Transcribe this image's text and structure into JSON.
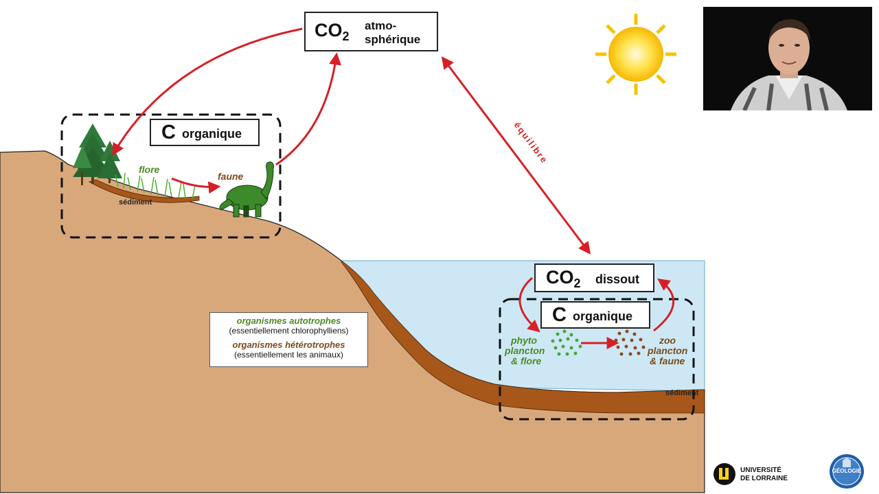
{
  "atmosphere_box": {
    "co2": "CO",
    "sub": "2",
    "label_line1": "atmo-",
    "label_line2": "sphérique"
  },
  "land_box": {
    "c": "C",
    "label": "organique"
  },
  "ocean_co2_box": {
    "co2": "CO",
    "sub": "2",
    "label": "dissout"
  },
  "ocean_c_box": {
    "c": "C",
    "label": "organique"
  },
  "land_labels": {
    "flore": "flore",
    "faune": "faune",
    "sediment": "sédiment"
  },
  "ocean_labels": {
    "phyto_line1": "phyto",
    "phyto_line2": "plancton",
    "phyto_line3": "& flore",
    "zoo_line1": "zoo",
    "zoo_line2": "plancton",
    "zoo_line3": "& faune",
    "sediment": "sédiment"
  },
  "equilibrium_label": "équilibre",
  "legend": {
    "autotrophes": "organismes autotrophes",
    "autotrophes_note": "(essentiellement chlorophylliens)",
    "heterotrophes": "organismes hétérotrophes",
    "heterotrophes_note": "(essentiellement les animaux)"
  },
  "logos": {
    "univ_line1": "UNIVERSITÉ",
    "univ_line2": "DE LORRAINE",
    "geologie": "GÉOLOGIE"
  },
  "colors": {
    "ground": "#d9a87a",
    "sediment": "#a8571a",
    "water": "#cde8f4",
    "arrow": "#d61f26",
    "autotroph_green": "#4e8a24",
    "heterotroph_brown": "#7a4a1a",
    "sun": "#ffd21a"
  }
}
